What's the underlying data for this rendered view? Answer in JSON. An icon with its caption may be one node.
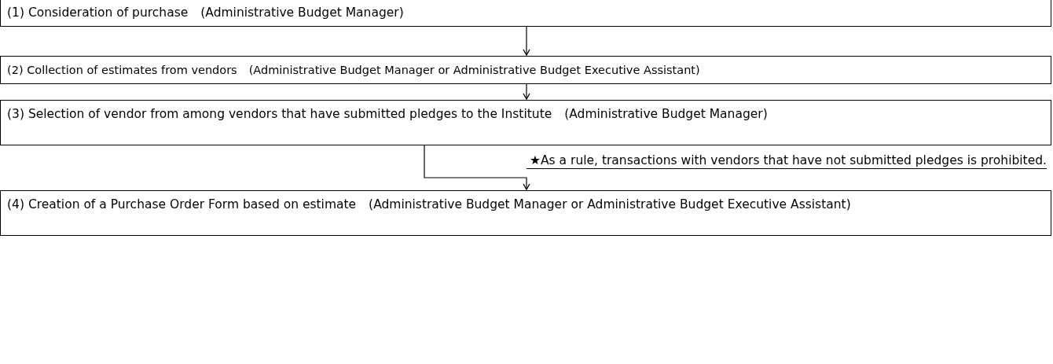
{
  "diagram": {
    "nodes": [
      {
        "text": [
          "(1) Consideration of purchase　(Administrative Budget Manager)"
        ]
      },
      {
        "text": [
          "(2) Collection of estimates from vendors　(Administrative Budget Manager or Administrative Budget Executive Assistant)"
        ]
      },
      {
        "text": [
          "(3) Selection of vendor from among vendors that have submitted pledges to the Institute　(Administrative Budget Manager)"
        ]
      },
      {
        "text": [
          "(4) Creation of a Purchase Order Form based on estimate　(Administrative Budget Manager or Administrative Budget Executive Assistant)"
        ]
      }
    ],
    "edges": [
      {
        "from": 0,
        "to": 1,
        "arrow": "to"
      },
      {
        "from": 1,
        "to": 2,
        "arrow": "to"
      },
      {
        "from": 2,
        "to": 3,
        "arrow": "to"
      }
    ],
    "labels": [
      "★As a rule, transactions with vendors that have not submitted pledges is prohibited."
    ]
  }
}
